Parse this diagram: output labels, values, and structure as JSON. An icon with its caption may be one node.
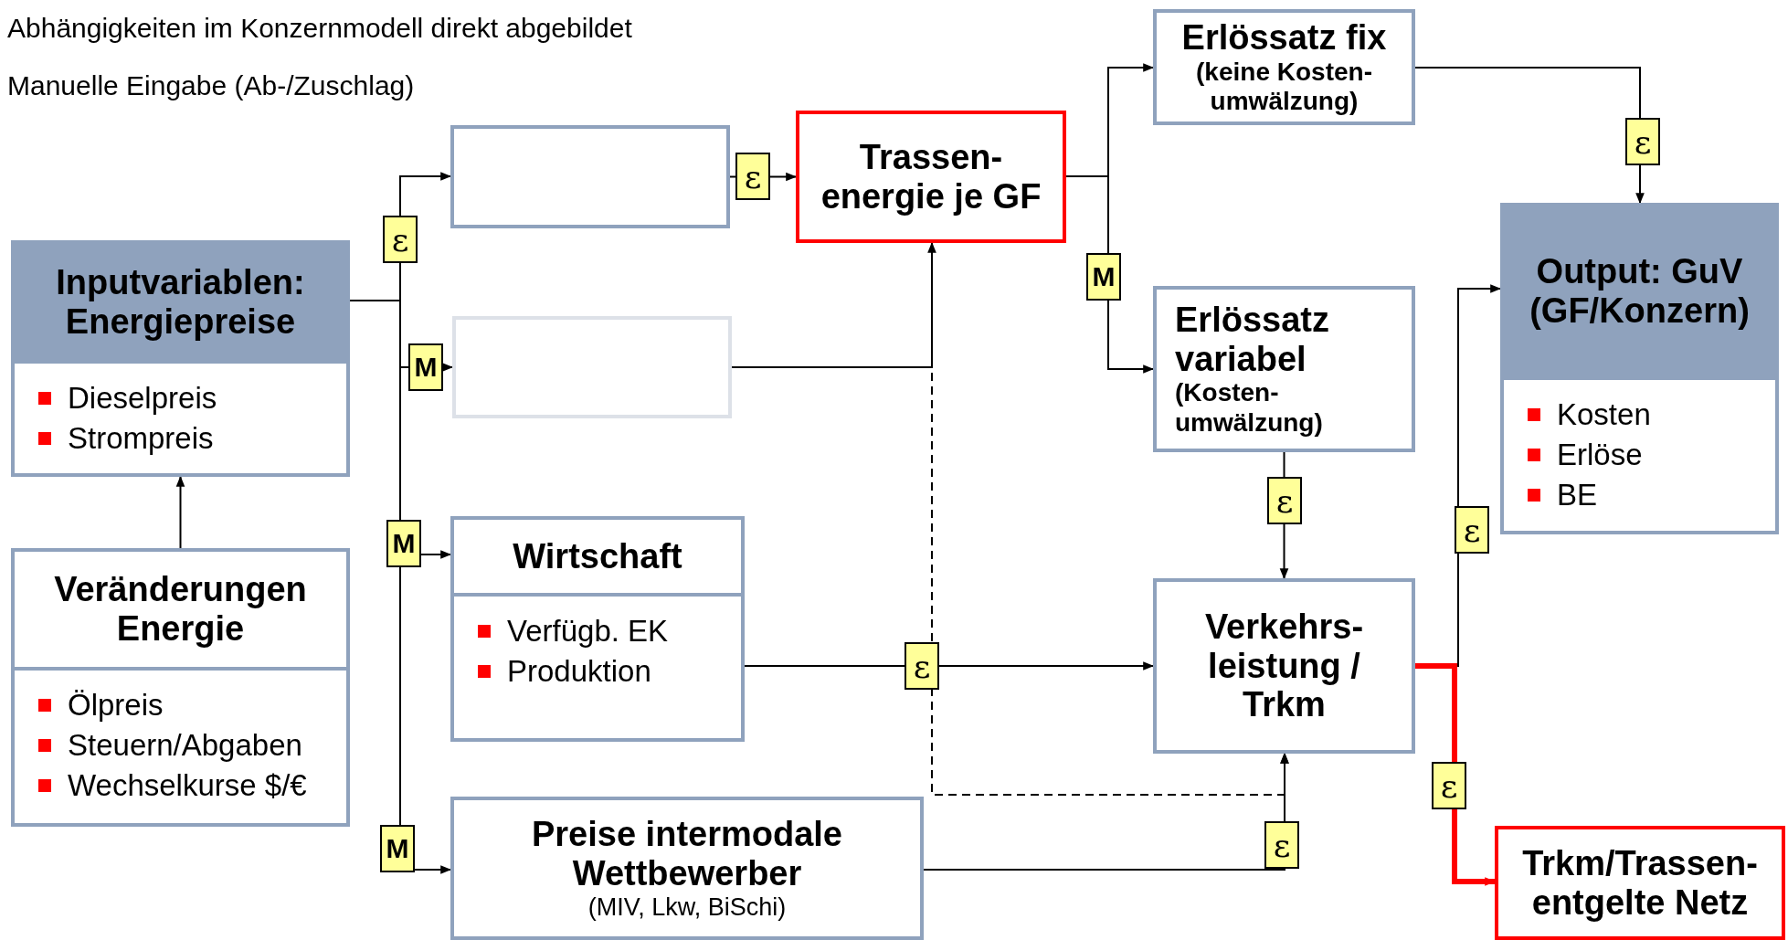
{
  "diagram": {
    "nodes": [
      {
        "text": [
          "Inputvariablen: Energiepreise",
          "Dieselpreis",
          "Strompreis"
        ]
      },
      {
        "text": [],
        "shape": "box"
      },
      {
        "text": [
          "Trassen- energie je GF"
        ]
      },
      {
        "text": [],
        "shape": "box"
      },
      {
        "text": [
          "Veränderungen Energie",
          "Ölpreis",
          "Steuern/Abgaben",
          "Wechselkurse $/€"
        ]
      },
      {
        "text": [
          "Wirtschaft",
          "Verfügb. EK",
          "Produktion"
        ]
      },
      {
        "text": [
          "Preise intermodale Wettbewerber",
          "(MIV, Lkw, BiSchi)"
        ]
      },
      {
        "text": [
          "Erlössatz fix",
          "(keine Kosten- umwälzung)"
        ]
      },
      {
        "text": [
          "Erlössatz variabel",
          "(Kosten- umwälzung)"
        ]
      },
      {
        "text": [
          "Verkehrs- leistung / Trkm"
        ]
      },
      {
        "text": [
          "Output: GuV (GF/Konzern)",
          "Kosten",
          "Erlöse",
          "BE"
        ]
      },
      {
        "text": [
          "Trkm/Trassen- entgelte Netz"
        ]
      }
    ],
    "edges": [
      {
        "from": 0,
        "to": 1,
        "arrow": "to",
        "label": "ε"
      },
      {
        "from": 0,
        "to": 3,
        "arrow": "to",
        "label": "M"
      },
      {
        "from": 0,
        "to": 5,
        "arrow": "to",
        "label": "M"
      },
      {
        "from": 0,
        "to": 6,
        "arrow": "to",
        "label": "M"
      },
      {
        "from": 4,
        "to": 0,
        "arrow": "to"
      },
      {
        "from": 1,
        "to": 2,
        "arrow": "to",
        "label": "ε"
      },
      {
        "from": 3,
        "to": 2,
        "arrow": "to"
      },
      {
        "from": 2,
        "to": 7,
        "arrow": "to"
      },
      {
        "from": 2,
        "to": 8,
        "arrow": "to",
        "label": "M"
      },
      {
        "from": 7,
        "to": 10,
        "arrow": "to",
        "label": "ε"
      },
      {
        "from": 8,
        "to": 9,
        "arrow": "to",
        "label": "ε"
      },
      {
        "from": 5,
        "to": 9,
        "arrow": "to",
        "label": "ε"
      },
      {
        "from": 3,
        "to": 9,
        "arrow": "to",
        "style": "dashed"
      },
      {
        "from": 6,
        "to": 9,
        "arrow": "to",
        "label": "ε"
      },
      {
        "from": 9,
        "to": 10,
        "arrow": "to",
        "label": "ε"
      },
      {
        "from": 9,
        "to": 11,
        "arrow": "to",
        "label": "ε",
        "style": "thick",
        "color": "#ff0000"
      }
    ],
    "labels": [
      "Abhängigkeiten im Konzernmodell direkt abgebildet",
      "Manuelle Eingabe (Ab-/Zuschlag)"
    ]
  }
}
